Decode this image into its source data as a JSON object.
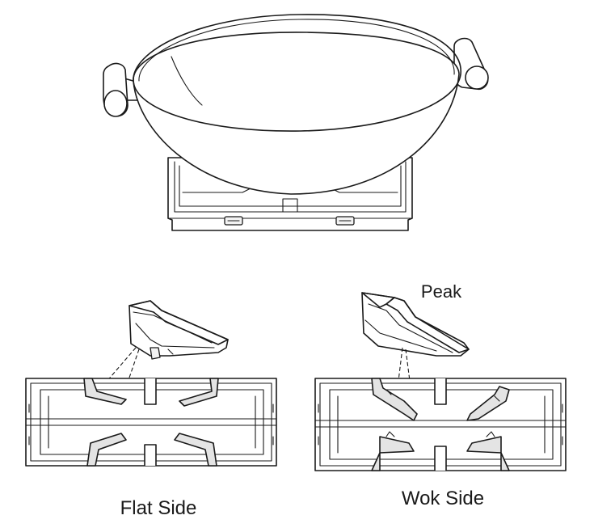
{
  "labels": {
    "peak": "Peak",
    "flat_side": "Flat Side",
    "wok_side": "Wok Side"
  },
  "colors": {
    "line": "#1a1a1a",
    "shade": "#e4e4e4",
    "background": "#ffffff"
  }
}
